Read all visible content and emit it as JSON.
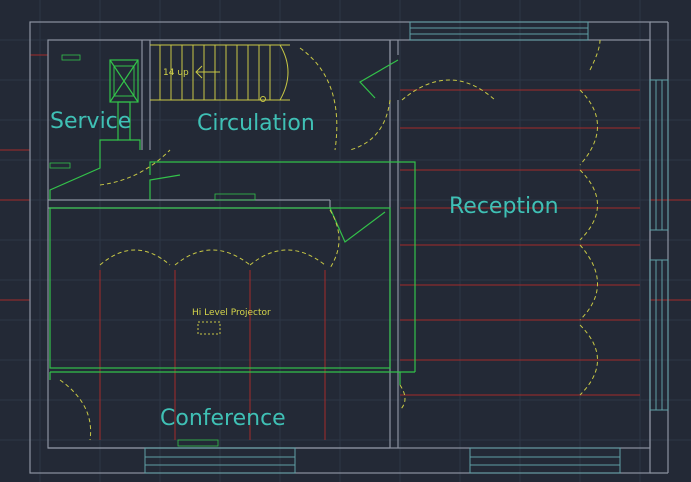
{
  "colors": {
    "background": "#232936",
    "grid": "#2e3646",
    "wall": "#8c93a0",
    "partition": "#33c24a",
    "door_dashed": "#c8c845",
    "red_line": "#a32a2a",
    "window": "#5fa0a5",
    "room_label": "#3fc0b5",
    "annotation": "#d4d44a"
  },
  "rooms": [
    {
      "id": "service",
      "label": "Service"
    },
    {
      "id": "circulation",
      "label": "Circulation"
    },
    {
      "id": "reception",
      "label": "Reception"
    },
    {
      "id": "conference",
      "label": "Conference"
    }
  ],
  "annotations": {
    "stair": "14 up",
    "projector": "Hi Level Projector"
  },
  "icons": [
    "up-arrow-icon",
    "riser-box-icon",
    "projector-icon"
  ]
}
